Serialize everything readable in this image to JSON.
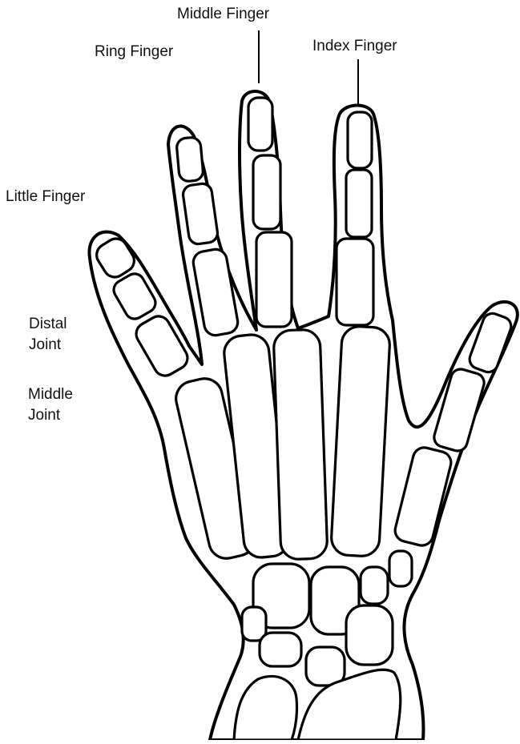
{
  "labels": {
    "middle_finger": "Middle Finger",
    "ring_finger": "Ring Finger",
    "index_finger": "Index Finger",
    "little_finger": "Little Finger",
    "distal_joint": {
      "line1": "Distal",
      "line2": "Joint"
    },
    "middle_joint": {
      "line1": "Middle",
      "line2": "Joint"
    }
  }
}
